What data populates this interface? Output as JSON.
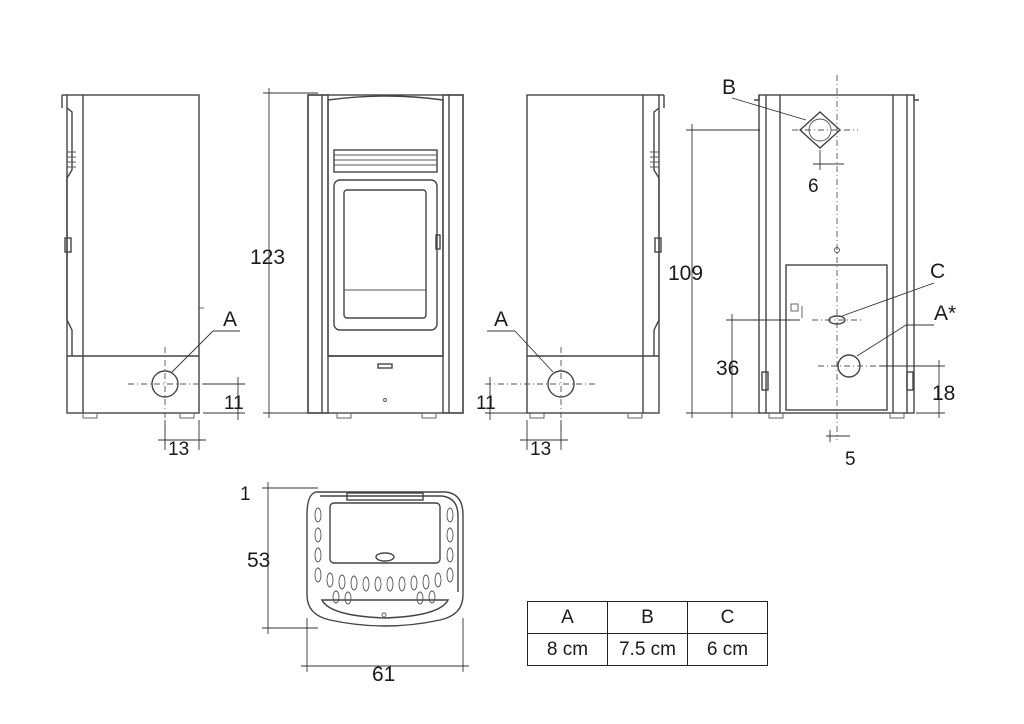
{
  "labels": {
    "side_left_A": "A",
    "side_left_11": "11",
    "side_left_13": "13",
    "front_height": "123",
    "side_right_A": "A",
    "side_right_11": "11",
    "side_right_13": "13",
    "back_B": "B",
    "back_6": "6",
    "back_109": "109",
    "back_C": "C",
    "back_A_star": "A*",
    "back_36": "36",
    "back_18": "18",
    "back_5": "5",
    "top_1": "1",
    "top_53": "53",
    "top_61": "61"
  },
  "legend": {
    "headers": [
      "A",
      "B",
      "C"
    ],
    "values": [
      "8 cm",
      "7.5 cm",
      "6 cm"
    ]
  }
}
